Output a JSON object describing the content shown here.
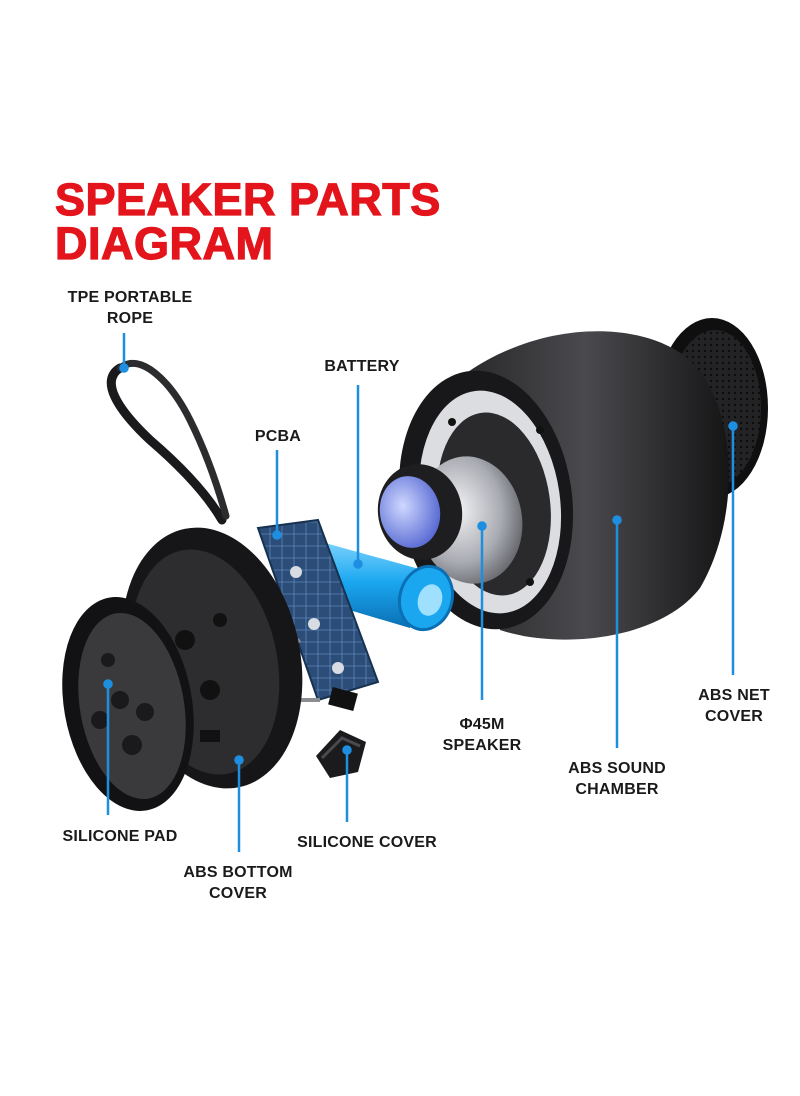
{
  "title": {
    "line1": "SPEAKER PARTS",
    "line2": "DIAGRAM"
  },
  "labels": {
    "rope": {
      "line1": "TPE PORTABLE",
      "line2": "ROPE"
    },
    "battery": "BATTERY",
    "pcba": "PCBA",
    "speaker": {
      "line1": "Φ45M",
      "line2": "SPEAKER"
    },
    "net_cover": {
      "line1": "ABS NET",
      "line2": "COVER"
    },
    "sound_chamber": {
      "line1": "ABS SOUND",
      "line2": "CHAMBER"
    },
    "silicone_pad": "SILICONE PAD",
    "silicone_cover": "SILICONE COVER",
    "bottom_cover": {
      "line1": "ABS BOTTOM",
      "line2": "COVER"
    }
  },
  "colors": {
    "title": "#e3141b",
    "leader": "#1e8fe0",
    "part": "#1c1c1e",
    "battery": "#1aa7f0"
  }
}
